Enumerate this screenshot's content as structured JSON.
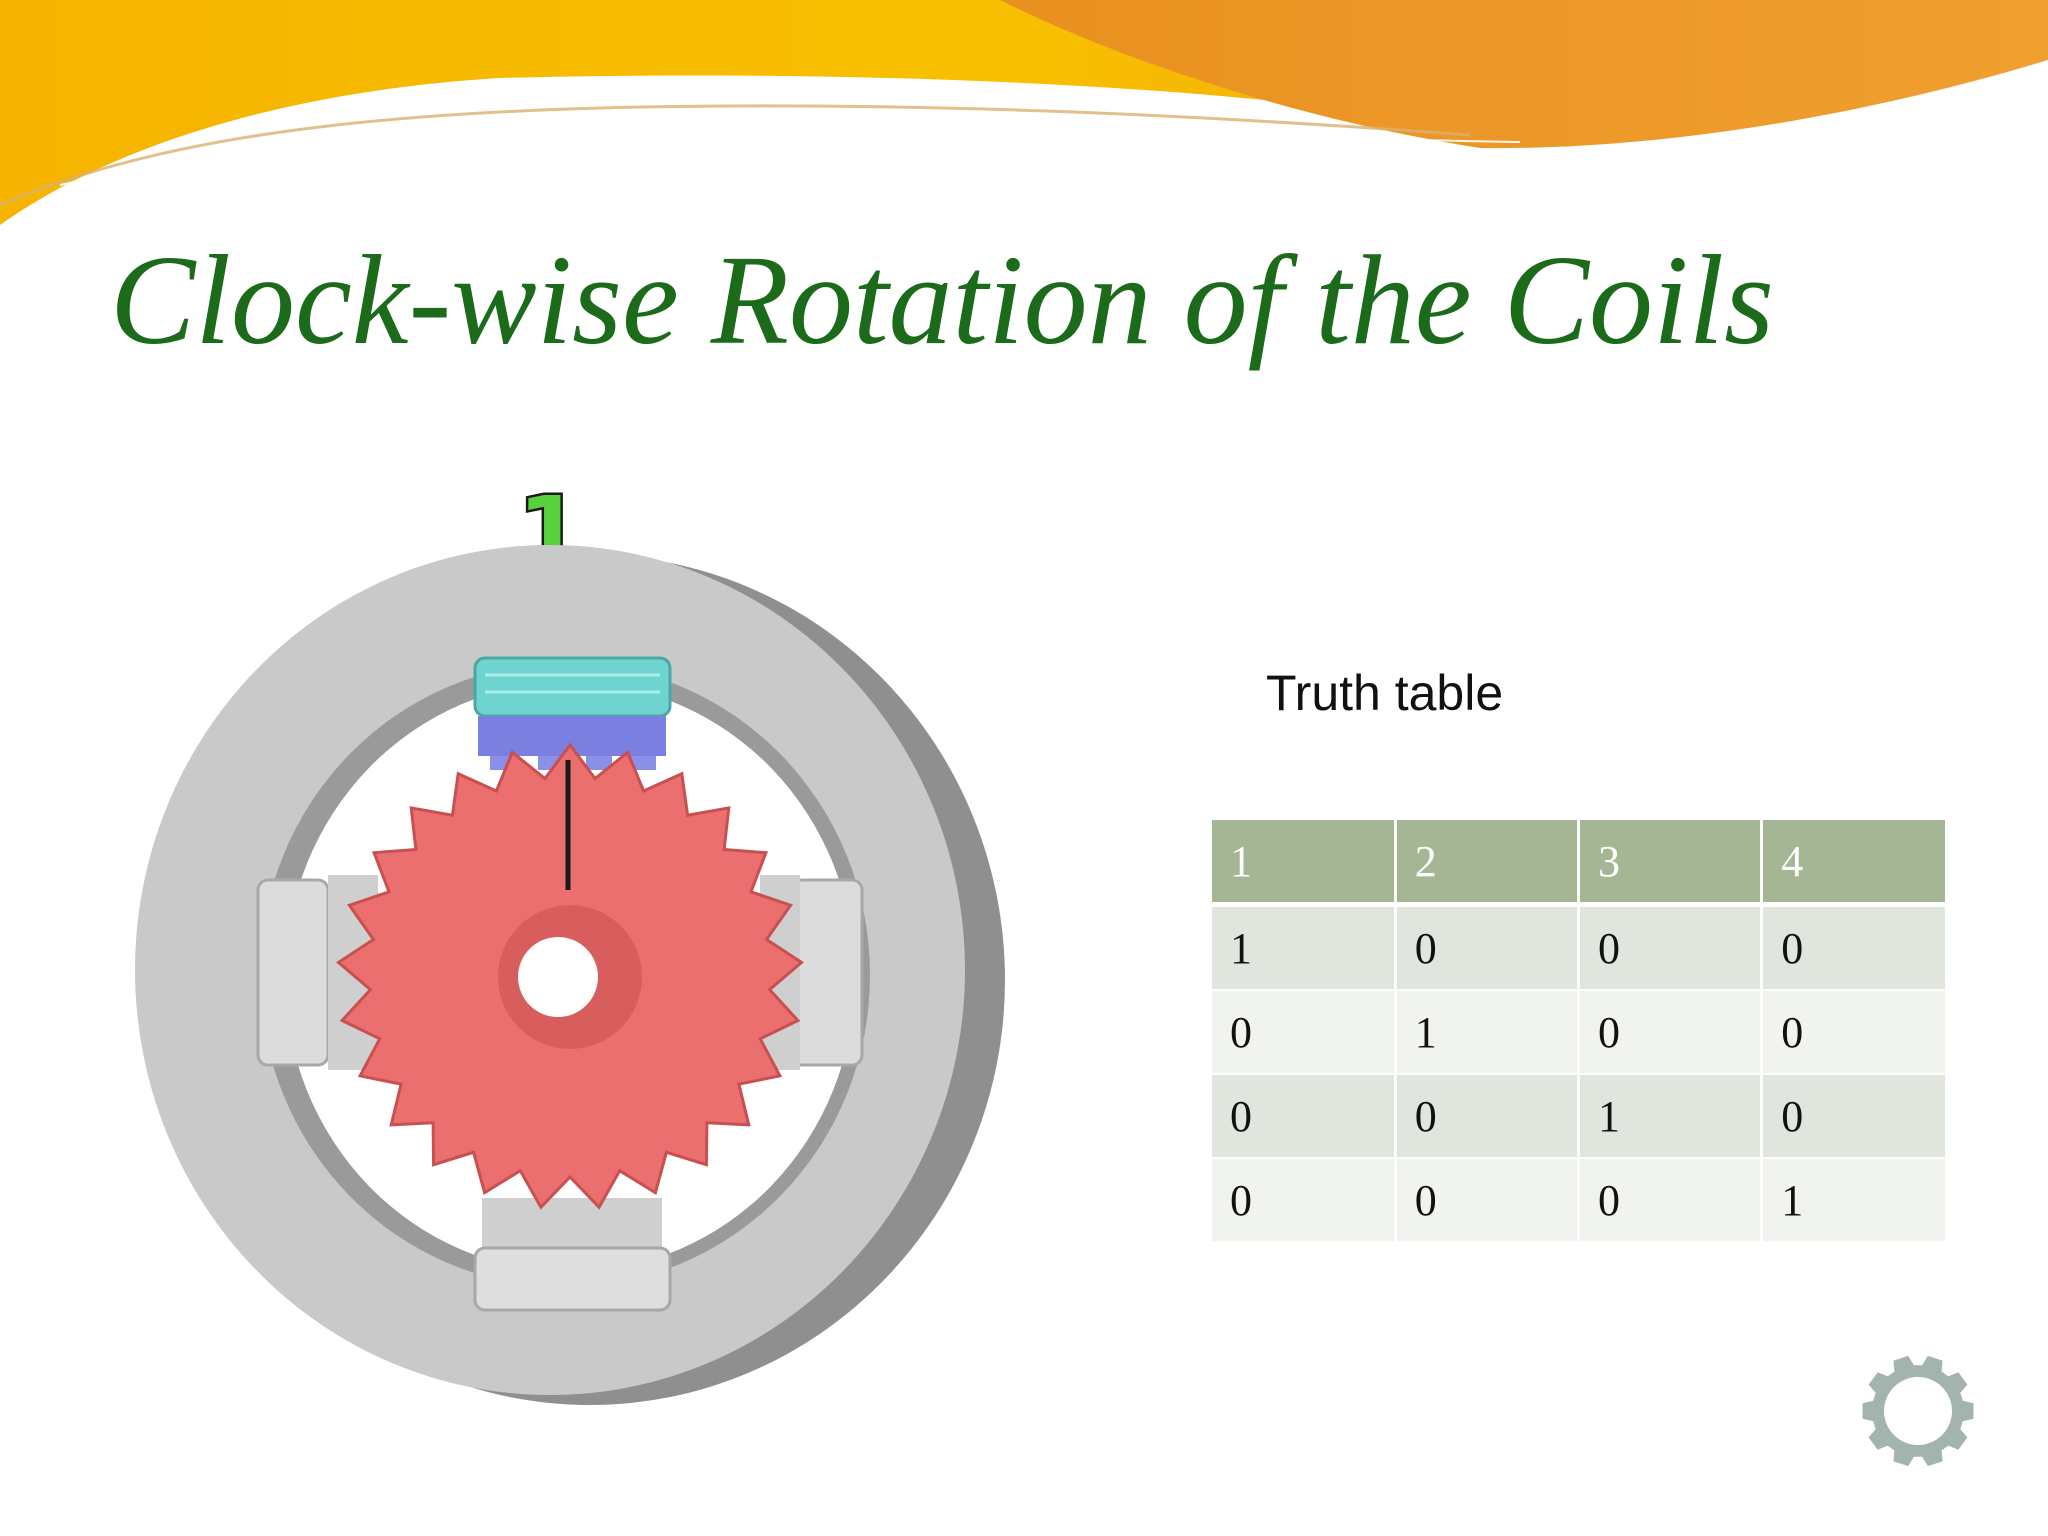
{
  "slide": {
    "title": "Clock-wise Rotation of the Coils",
    "coil_number": "1",
    "truth_table_label": "Truth table",
    "colors": {
      "title": "#1b6b1b",
      "banner_orange": "#f0a020",
      "banner_yellow": "#f8c000",
      "rotor": "#ec6f6f",
      "stator": "#c8c8c8",
      "table_header": "#a4b694"
    }
  },
  "truth_table": {
    "headers": [
      "1",
      "2",
      "3",
      "4"
    ],
    "rows": [
      [
        "1",
        "0",
        "0",
        "0"
      ],
      [
        "0",
        "1",
        "0",
        "0"
      ],
      [
        "0",
        "0",
        "1",
        "0"
      ],
      [
        "0",
        "0",
        "0",
        "1"
      ]
    ]
  },
  "icons": {
    "corner": "gear-outline-icon"
  }
}
